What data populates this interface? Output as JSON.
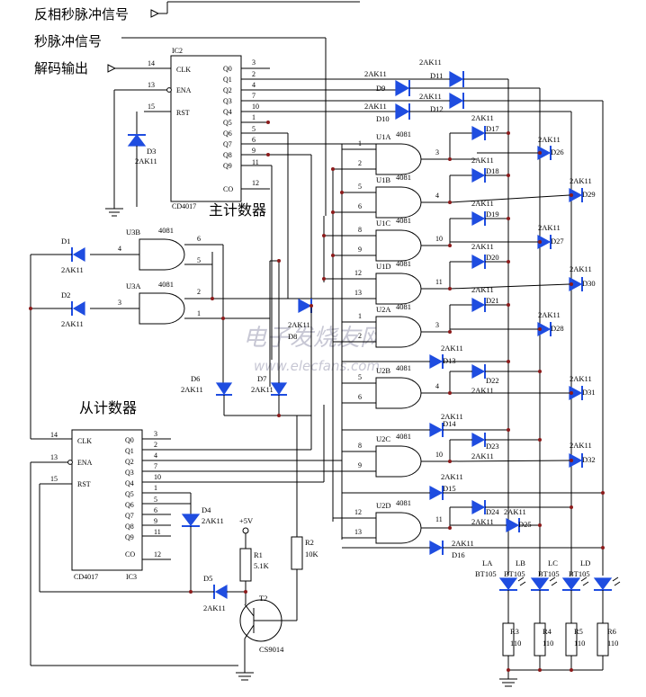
{
  "inputs": {
    "inv_pulse": "反相秒脉冲信号",
    "pulse": "秒脉冲信号",
    "decode": "解码输出"
  },
  "ic2": {
    "ref": "IC2",
    "part": "CD4017",
    "title": "主计数器",
    "left_pins": [
      {
        "num": "14",
        "name": "CLK"
      },
      {
        "num": "13",
        "name": "ENA"
      },
      {
        "num": "15",
        "name": "RST"
      }
    ],
    "outputs": [
      {
        "name": "Q0",
        "num": "3"
      },
      {
        "name": "Q1",
        "num": "2"
      },
      {
        "name": "Q2",
        "num": "4"
      },
      {
        "name": "Q3",
        "num": "7"
      },
      {
        "name": "Q4",
        "num": "10"
      },
      {
        "name": "Q5",
        "num": "1"
      },
      {
        "name": "Q6",
        "num": "5"
      },
      {
        "name": "Q7",
        "num": "6"
      },
      {
        "name": "Q8",
        "num": "9"
      },
      {
        "name": "Q9",
        "num": "11"
      },
      {
        "name": "CO",
        "num": "12"
      }
    ]
  },
  "ic3": {
    "ref": "IC3",
    "part": "CD4017",
    "title": "从计数器",
    "left_pins": [
      {
        "num": "14",
        "name": "CLK"
      },
      {
        "num": "13",
        "name": "ENA"
      },
      {
        "num": "15",
        "name": "RST"
      }
    ],
    "outputs": [
      {
        "name": "Q0",
        "num": "3"
      },
      {
        "name": "Q1",
        "num": "2"
      },
      {
        "name": "Q2",
        "num": "4"
      },
      {
        "name": "Q3",
        "num": "7"
      },
      {
        "name": "Q4",
        "num": "10"
      },
      {
        "name": "Q5",
        "num": "1"
      },
      {
        "name": "Q6",
        "num": "5"
      },
      {
        "name": "Q7",
        "num": "6"
      },
      {
        "name": "Q8",
        "num": "9"
      },
      {
        "name": "Q9",
        "num": "11"
      },
      {
        "name": "CO",
        "num": "12"
      }
    ]
  },
  "gates": [
    {
      "ref": "U1A",
      "part": "4081",
      "in1": "1",
      "in2": "2",
      "out": "3"
    },
    {
      "ref": "U1B",
      "part": "4081",
      "in1": "5",
      "in2": "6",
      "out": "4"
    },
    {
      "ref": "U1C",
      "part": "4081",
      "in1": "8",
      "in2": "9",
      "out": "10"
    },
    {
      "ref": "U1D",
      "part": "4081",
      "in1": "12",
      "in2": "13",
      "out": "11"
    },
    {
      "ref": "U2A",
      "part": "4081",
      "in1": "1",
      "in2": "2",
      "out": "3"
    },
    {
      "ref": "U2B",
      "part": "4081",
      "in1": "5",
      "in2": "6",
      "out": "4"
    },
    {
      "ref": "U2C",
      "part": "4081",
      "in1": "8",
      "in2": "9",
      "out": "10"
    },
    {
      "ref": "U2D",
      "part": "4081",
      "in1": "12",
      "in2": "13",
      "out": "11"
    }
  ],
  "left_gates": [
    {
      "ref": "U3B",
      "part": "4081",
      "in1": "6",
      "in2": "5",
      "out": "4"
    },
    {
      "ref": "U3A",
      "part": "4081",
      "in1": "2",
      "in2": "1",
      "out": "3"
    }
  ],
  "diode_type": "2AK11",
  "diodes": {
    "D1": "D1",
    "D2": "D2",
    "D3": "D3",
    "D4": "D4",
    "D5": "D5",
    "D6": "D6",
    "D7": "D7",
    "D8": "D8",
    "D9": "D9",
    "D10": "D10",
    "D11": "D11",
    "D12": "D12",
    "D13": "D13",
    "D14": "D14",
    "D15": "D15",
    "D16": "D16",
    "D17": "D17",
    "D18": "D18",
    "D19": "D19",
    "D20": "D20",
    "D21": "D21",
    "D22": "D22",
    "D23": "D23",
    "D24": "D24",
    "D25": "D25",
    "D26": "D26",
    "D27": "D27",
    "D28": "D28",
    "D29": "D29",
    "D30": "D30",
    "D31": "D31",
    "D32": "D32"
  },
  "lamps": [
    {
      "name": "LA",
      "part": "BT105"
    },
    {
      "name": "LB",
      "part": "BT105"
    },
    {
      "name": "LC",
      "part": "BT105"
    },
    {
      "name": "LD",
      "part": "BT105"
    }
  ],
  "resistors": [
    {
      "ref": "R1",
      "value": "5.1K"
    },
    {
      "ref": "R2",
      "value": "10K"
    },
    {
      "ref": "R3",
      "value": "110"
    },
    {
      "ref": "R4",
      "value": "110"
    },
    {
      "ref": "R5",
      "value": "110"
    },
    {
      "ref": "R6",
      "value": "110"
    }
  ],
  "transistor": {
    "ref": "T2",
    "part": "CS9014"
  },
  "supply": "+5V",
  "watermark": {
    "cn": "电子发烧友网",
    "url": "www.elecfans.com"
  },
  "colors": {
    "diode": "#1f4de0",
    "junction": "#8b1a1a",
    "wire": "#000000"
  }
}
